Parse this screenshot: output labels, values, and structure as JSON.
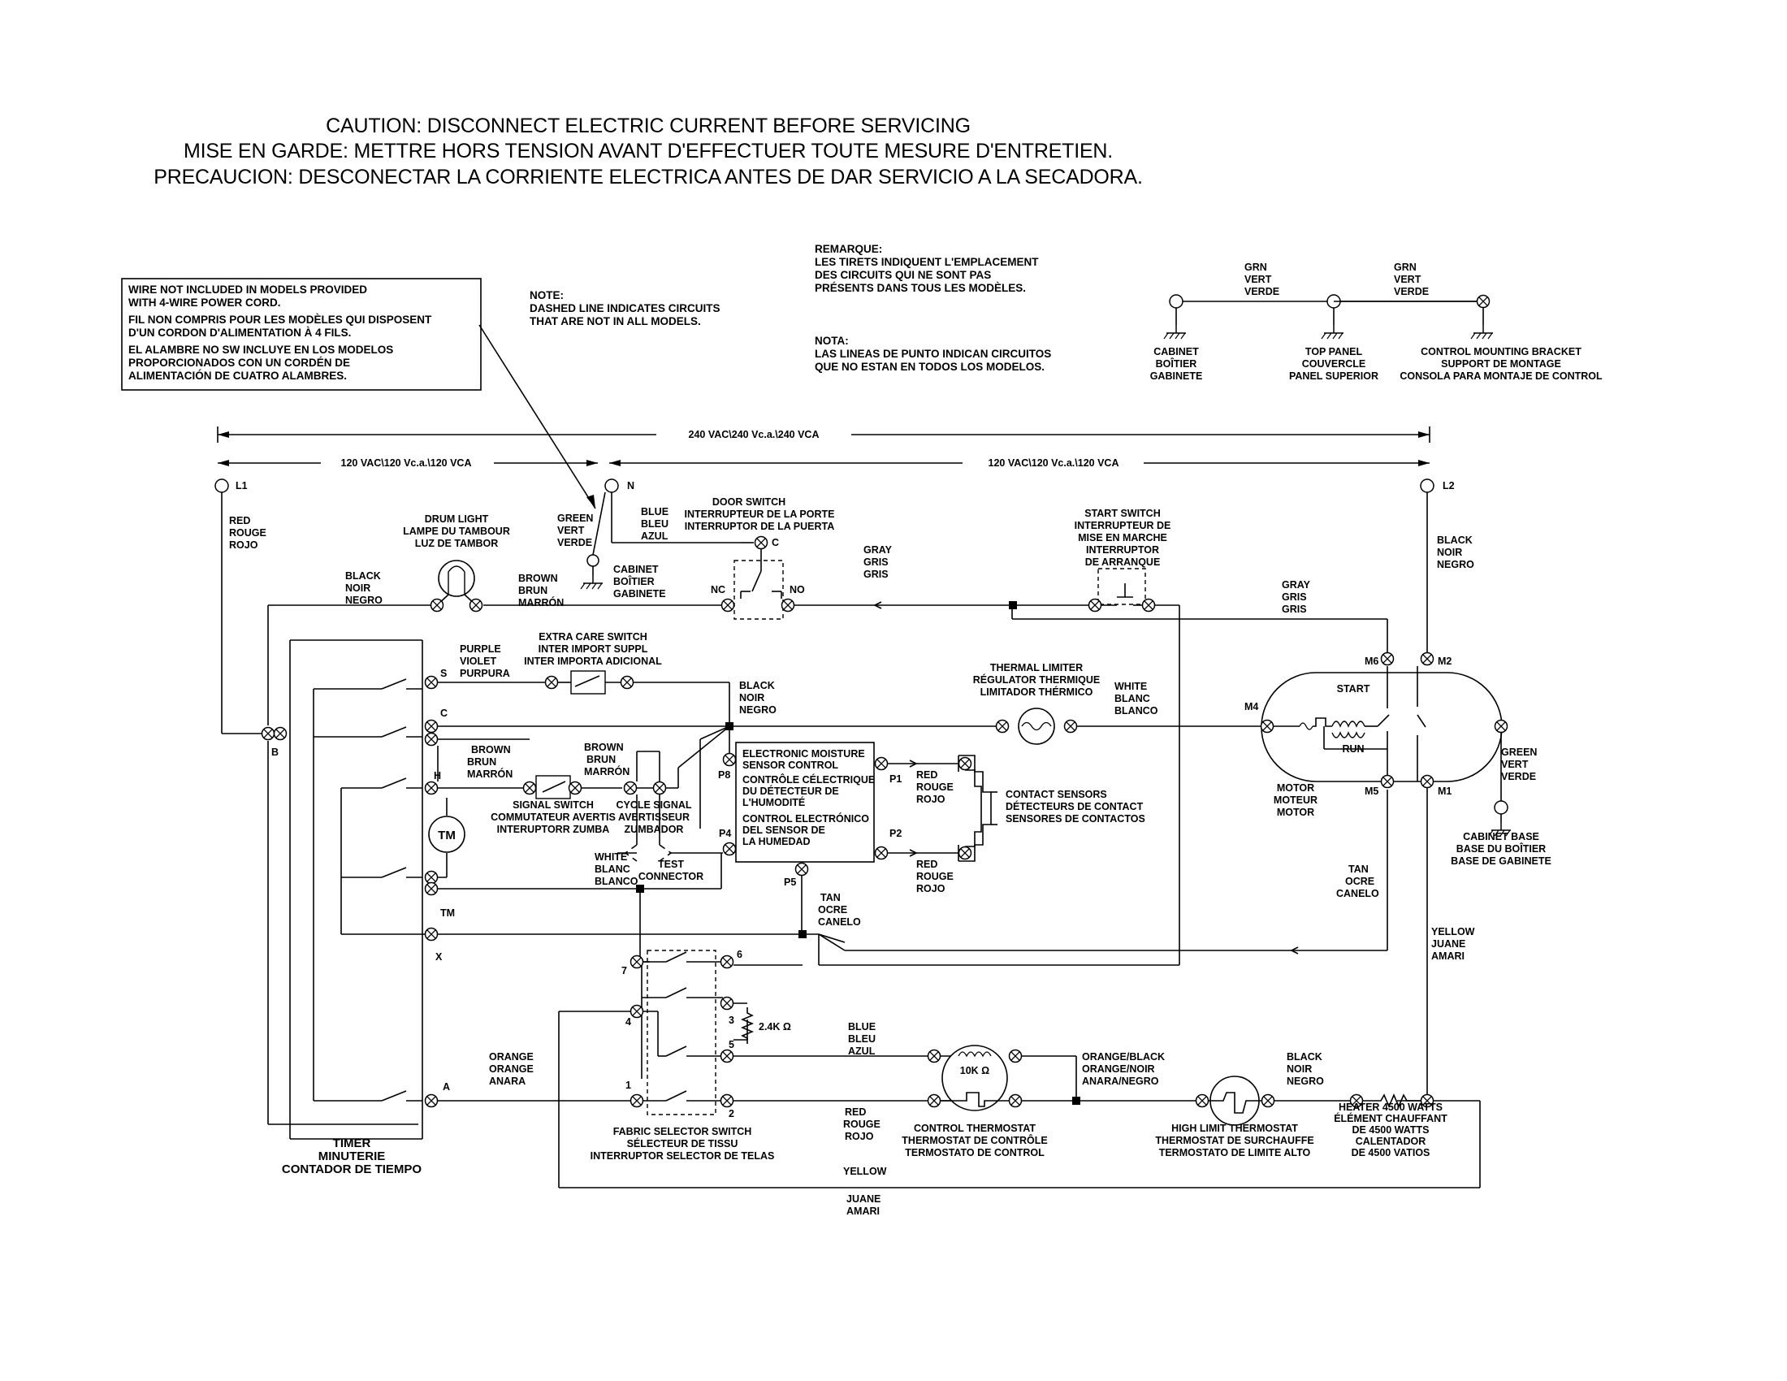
{
  "caution": [
    "CAUTION: DISCONNECT ELECTRIC CURRENT BEFORE SERVICING",
    "MISE EN GARDE: METTRE HORS TENSION AVANT D'EFFECTUER TOUTE MESURE D'ENTRETIEN.",
    "PRECAUCION: DESCONECTAR LA CORRIENTE ELECTRICA ANTES DE DAR SERVICIO A LA SECADORA."
  ],
  "wire_note": [
    "WIRE NOT INCLUDED IN MODELS PROVIDED",
    "WITH 4-WIRE POWER CORD.",
    "FIL NON COMPRIS POUR LES MODÈLES QUI DISPOSENT",
    "D'UN CORDON D'ALIMENTATION À 4 FILS.",
    "EL ALAMBRE NO SW INCLUYE EN LOS MODELOS",
    "PROPORCIONADOS CON UN CORDÉN DE",
    "ALIMENTACIÓN DE CUATRO ALAMBRES."
  ],
  "note_en": [
    "NOTE:",
    "DASHED LINE INDICATES CIRCUITS",
    "THAT ARE NOT IN ALL MODELS."
  ],
  "note_fr": [
    "REMARQUE:",
    "LES TIRETS INDIQUENT L'EMPLACEMENT",
    "DES CIRCUITS QUI NE SONT PAS",
    "PRÉSENTS DANS TOUS LES MODÈLES."
  ],
  "note_es": [
    "NOTA:",
    "LAS LINEAS DE PUNTO INDICAN CIRCUITOS",
    "QUE NO ESTAN EN TODOS LOS MODELOS."
  ],
  "ground_legend": {
    "grn_label": [
      "GRN",
      "VERT",
      "VERDE"
    ],
    "cabinet": [
      "CABINET",
      "BOÎTIER",
      "GABINETE"
    ],
    "top_panel": [
      "TOP PANEL",
      "COUVERCLE",
      "PANEL SUPERIOR"
    ],
    "bracket": [
      "CONTROL MOUNTING BRACKET",
      "SUPPORT DE MONTAGE",
      "CONSOLA PARA MONTAJE DE CONTROL"
    ]
  },
  "voltage": {
    "v240": "240 VAC\\240 Vc.a.\\240 VCA",
    "v120": "120 VAC\\120 Vc.a.\\120 VCA"
  },
  "terminals": {
    "l1": "L1",
    "l2": "L2",
    "n": "N"
  },
  "wires": {
    "red_l1": [
      "RED",
      "ROUGE",
      "ROJO"
    ],
    "black_l2": [
      "BLACK",
      "NOIR",
      "NEGRO"
    ],
    "green_n": [
      "GREEN",
      "VERT",
      "VERDE"
    ],
    "blue_n": [
      "BLUE",
      "BLEU",
      "AZUL"
    ],
    "black_drum": [
      "BLACK",
      "NOIR",
      "NEGRO"
    ],
    "brown_drum": [
      "BROWN",
      "BRUN",
      "MARRÓN"
    ],
    "gray_door": [
      "GRAY",
      "GRIS",
      "GRIS"
    ],
    "gray_motor": [
      "GRAY",
      "GRIS",
      "GRIS"
    ],
    "purple": [
      "PURPLE",
      "VIOLET",
      "PURPURA"
    ],
    "black_c": [
      "BLACK",
      "NOIR",
      "NEGRO"
    ],
    "white_limiter": [
      "WHITE",
      "BLANC",
      "BLANCO"
    ],
    "brown_h": [
      "BROWN",
      "BRUN",
      "MARRÓN"
    ],
    "brown_cycle": [
      "BROWN",
      "BRUN",
      "MARRÓN"
    ],
    "white_test": [
      "WHITE",
      "BLANC",
      "BLANCO"
    ],
    "red_p1": [
      "RED",
      "ROUGE",
      "ROJO"
    ],
    "red_p2": [
      "RED",
      "ROUGE",
      "ROJO"
    ],
    "tan_p5": [
      "TAN",
      "OCRE",
      "CANELO"
    ],
    "tan_m5": [
      "TAN",
      "OCRE",
      "CANELO"
    ],
    "green_motor": [
      "GREEN",
      "VERT",
      "VERDE"
    ],
    "yellow_m1": [
      "YELLOW",
      "JUANE",
      "AMARI"
    ],
    "orange_a": [
      "ORANGE",
      "ORANGE",
      "ANARA"
    ],
    "blue_5": [
      "BLUE",
      "BLEU",
      "AZUL"
    ],
    "red_2": [
      "RED",
      "ROUGE",
      "ROJO"
    ],
    "orange_black": [
      "ORANGE/BLACK",
      "ORANGE/NOIR",
      "ANARA/NEGRO"
    ],
    "black_heater": [
      "BLACK",
      "NOIR",
      "NEGRO"
    ],
    "yellow_bottom": [
      "YELLOW",
      "JUANE",
      "AMARI"
    ]
  },
  "components": {
    "drum_light": [
      "DRUM LIGHT",
      "LAMPE DU TAMBOUR",
      "LUZ DE TAMBOR"
    ],
    "cabinet_gnd": [
      "CABINET",
      "BOÎTIER",
      "GABINETE"
    ],
    "door_switch": [
      "DOOR SWITCH",
      "INTERRUPTEUR DE LA PORTE",
      "INTERRUPTOR DE LA PUERTA"
    ],
    "start_switch": [
      "START SWITCH",
      "INTERRUPTEUR DE",
      "MISE EN MARCHE",
      "INTERRUPTOR",
      "DE ARRANQUE"
    ],
    "extra_care": [
      "EXTRA CARE SWITCH",
      "INTER IMPORT SUPPL",
      "INTER IMPORTA ADICIONAL"
    ],
    "thermal_limiter": [
      "THERMAL LIMITER",
      "RÉGULATOR THERMIQUE",
      "LIMITADOR THÉRMICO"
    ],
    "signal_switch": [
      "SIGNAL SWITCH",
      "COMMUTATEUR AVERTIS",
      "INTERUPTORR ZUMBA"
    ],
    "cycle_signal": [
      "CYCLE SIGNAL",
      "AVERTISSEUR",
      "ZUMBADOR"
    ],
    "test_connector": [
      "TEST",
      "CONNECTOR"
    ],
    "moisture_control": [
      "ELECTRONIC MOISTURE",
      "SENSOR CONTROL",
      "CONTRÔLE CÉLECTRIQUE",
      "DU DÉTECTEUR DE",
      "L'HUMODITÉ",
      "CONTROL ELECTRÓNICO",
      "DEL SENSOR DE",
      "LA HUMEDAD"
    ],
    "contact_sensors": [
      "CONTACT SENSORS",
      "DÉTECTEURS DE CONTACT",
      "SENSORES DE CONTACTOS"
    ],
    "motor": [
      "MOTOR",
      "MOTEUR",
      "MOTOR"
    ],
    "motor_start": "START",
    "motor_run": "RUN",
    "cabinet_base": [
      "CABINET BASE",
      "BASE DU BOÎTIER",
      "BASE DE GABINETE"
    ],
    "timer": [
      "TIMER",
      "MINUTERIE",
      "CONTADOR DE TIEMPO"
    ],
    "timer_motor": "TM",
    "fabric_selector": [
      "FABRIC SELECTOR SWITCH",
      "SÉLECTEUR DE TISSU",
      "INTERRUPTOR SELECTOR DE TELAS"
    ],
    "resistor_24k": "2.4K Ω",
    "thermistor_10k": "10K Ω",
    "control_thermostat": [
      "CONTROL THERMOSTAT",
      "THERMOSTAT DE CONTRÔLE",
      "TERMOSTATO DE CONTROL"
    ],
    "high_limit": [
      "HIGH LIMIT THERMOSTAT",
      "THERMOSTAT DE SURCHAUFFE",
      "TERMOSTATO DE LIMITE ALTO"
    ],
    "heater": [
      "HEATER 4500 WATTS",
      "ÉLÉMENT CHAUFFANT",
      "DE 4500 WATTS",
      "CALENTADOR",
      "DE 4500 VATIOS"
    ]
  },
  "pins": {
    "timer": [
      "S",
      "C",
      "H",
      "TM",
      "X",
      "A",
      "B"
    ],
    "door": [
      "NC",
      "C",
      "NO"
    ],
    "control": [
      "P8",
      "P4",
      "P5",
      "P1",
      "P2"
    ],
    "motor": [
      "M6",
      "M2",
      "M4",
      "M5",
      "M1"
    ],
    "selector": [
      "7",
      "6",
      "4",
      "3",
      "5",
      "1",
      "2"
    ]
  }
}
